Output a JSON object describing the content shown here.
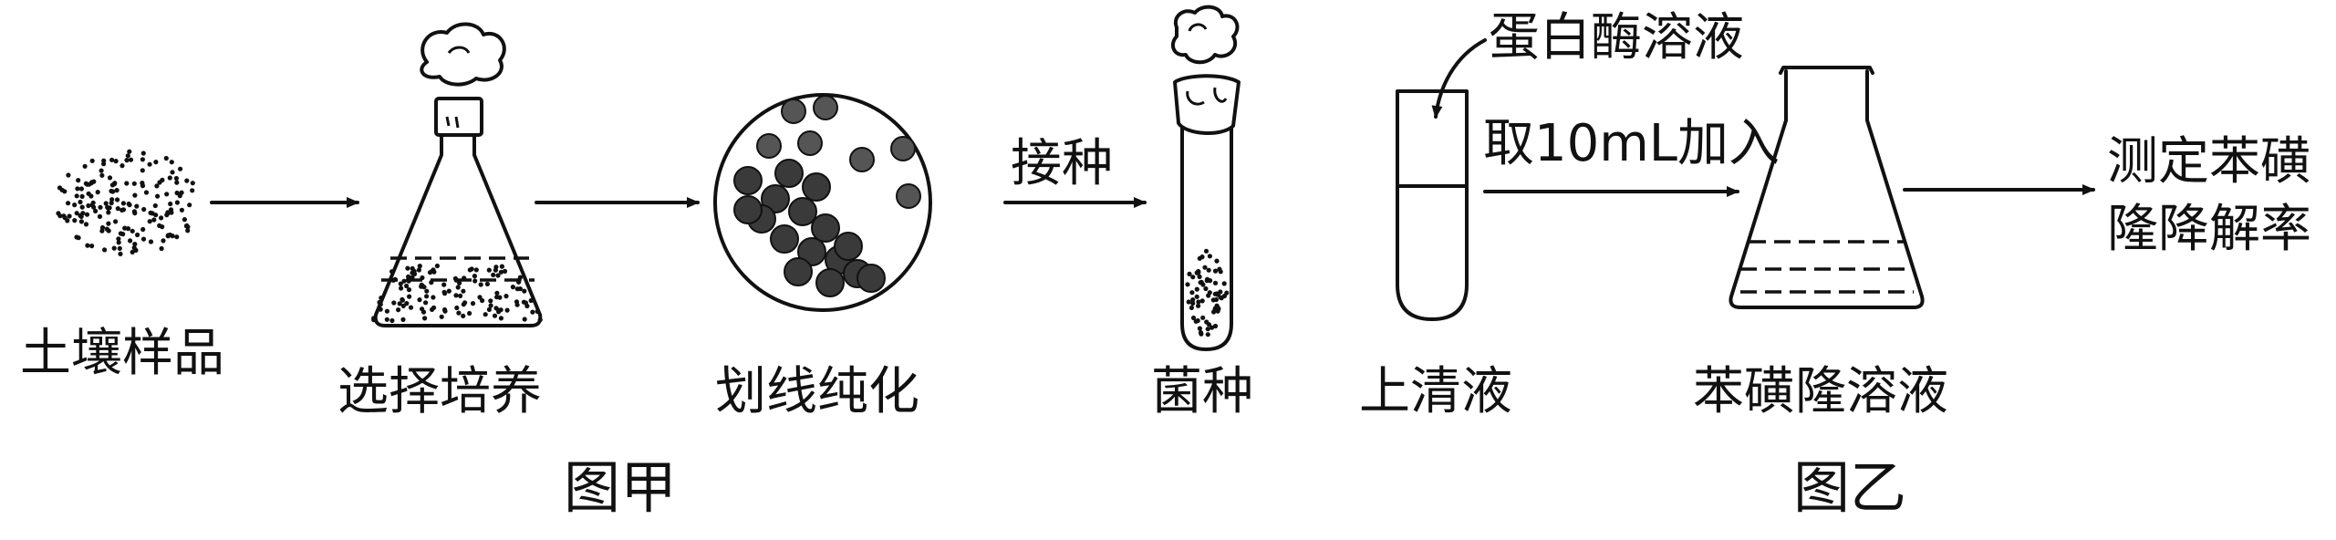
{
  "figure_jia": {
    "caption": "图甲",
    "steps": [
      {
        "label": "土壤样品"
      },
      {
        "label": "选择培养"
      },
      {
        "label": "划线纯化"
      },
      {
        "label": "菌种"
      }
    ],
    "arrow_labels": {
      "inoculate": "接种"
    }
  },
  "figure_yi": {
    "caption": "图乙",
    "supernatant": "上清液",
    "protease_solution": "蛋白酶溶液",
    "transfer_instruction": "取10mL加入",
    "flask_label": "苯磺隆溶液",
    "result_line1": "测定苯磺",
    "result_line2": "隆降解率"
  }
}
